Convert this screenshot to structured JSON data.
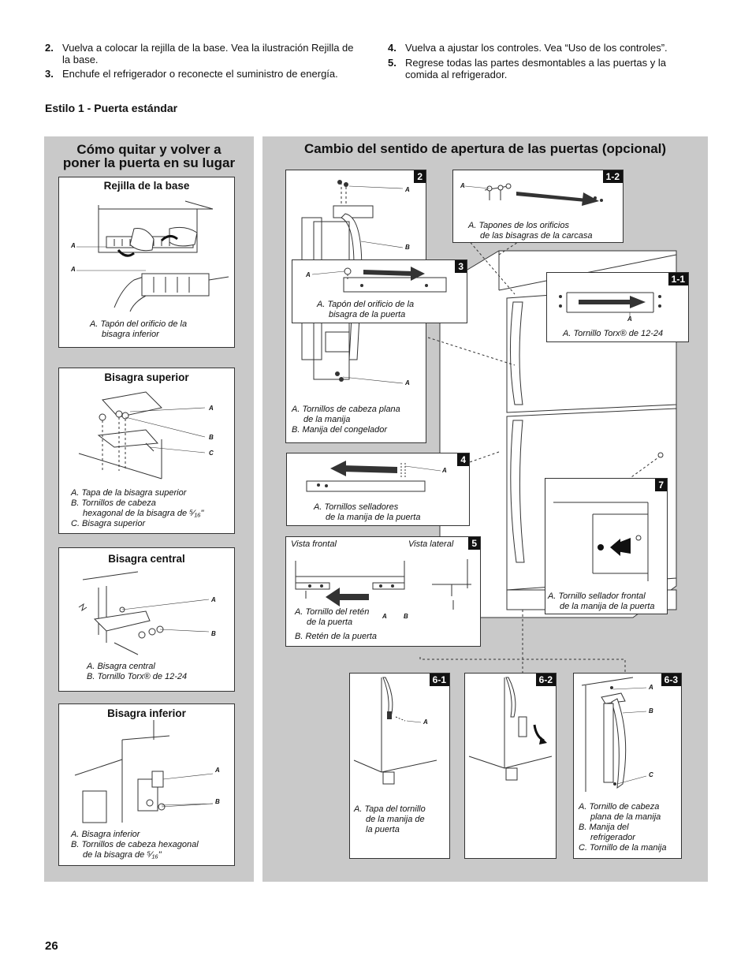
{
  "steps": {
    "left": [
      {
        "num": "2.",
        "text": "Vuelva a colocar la rejilla de la base. Vea la ilustración Rejilla de la base."
      },
      {
        "num": "3.",
        "text": "Enchufe el refrigerador o reconecte el suministro de energía."
      }
    ],
    "right": [
      {
        "num": "4.",
        "text": "Vuelva a ajustar los controles. Vea “Uso de los controles”."
      },
      {
        "num": "5.",
        "text": "Regrese todas las partes desmontables a las puertas y la comida al refrigerador."
      }
    ]
  },
  "section_heading": "Estilo 1 - Puerta estándar",
  "left_panel": {
    "title_line1": "Cómo quitar y volver a",
    "title_line2": "poner la puerta en su lugar",
    "boxes": {
      "rejilla": {
        "title": "Rejilla de la base",
        "caption": [
          "A. Tapón del orificio de la",
          "bisagra inferior"
        ]
      },
      "superior": {
        "title": "Bisagra superior",
        "caption": [
          "A. Tapa de la bisagra superior",
          "B. Tornillos de cabeza",
          "hexagonal de la bisagra de ⁵⁄₁₆\"",
          "C. Bisagra superior"
        ]
      },
      "central": {
        "title": "Bisagra central",
        "caption": [
          "A. Bisagra central",
          "B. Tornillo Torx® de 12-24"
        ]
      },
      "inferior": {
        "title": "Bisagra inferior",
        "caption": [
          "A. Bisagra inferior",
          "B. Tornillos de cabeza hexagonal",
          "de la bisagra de ⁵⁄₁₆\""
        ]
      }
    }
  },
  "right_panel": {
    "title": "Cambio del sentido de apertura de las puertas (opcional)",
    "boxes": {
      "b2": {
        "badge": "2",
        "caption": [
          "A. Tornillos de cabeza plana",
          "de la manija",
          "B. Manija del congelador"
        ]
      },
      "b12": {
        "badge": "1-2",
        "caption": [
          "A. Tapones de los orificios",
          "de las bisagras de la carcasa"
        ]
      },
      "b3": {
        "badge": "3",
        "caption": [
          "A. Tapón del orificio de la",
          "bisagra de la puerta"
        ]
      },
      "b11": {
        "badge": "1-1",
        "caption": [
          "A. Tornillo Torx® de 12-24"
        ]
      },
      "b4": {
        "badge": "4",
        "caption": [
          "A. Tornillos selladores",
          "de la manija de la puerta"
        ]
      },
      "b5": {
        "badge": "5",
        "view_front": "Vista frontal",
        "view_side": "Vista lateral",
        "caption": [
          "A. Tornillo del retén",
          "de la puerta",
          "B. Retén de la puerta"
        ]
      },
      "b7": {
        "badge": "7",
        "caption": [
          "A. Tornillo sellador frontal",
          "de la manija de la puerta"
        ]
      },
      "b61": {
        "badge": "6-1",
        "caption": [
          "A. Tapa del tornillo",
          "de la manija de",
          "la puerta"
        ]
      },
      "b62": {
        "badge": "6-2"
      },
      "b63": {
        "badge": "6-3",
        "caption": [
          "A. Tornillo de cabeza",
          "plana de la manija",
          "B. Manija del",
          "refrigerador",
          "C. Tornillo de la manija"
        ]
      }
    }
  },
  "labels": {
    "a": "A",
    "b": "B",
    "c": "C"
  },
  "page_number": "26"
}
